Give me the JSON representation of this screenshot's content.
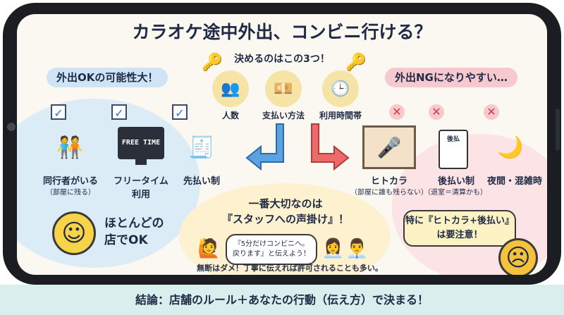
{
  "title": "カラオケ途中外出、コンビニ行ける？",
  "decide": {
    "label": "決めるのはこの3つ！",
    "factors": [
      {
        "label": "人数",
        "icon": "people-icon",
        "glyph": "👥"
      },
      {
        "label": "支払い方法",
        "icon": "money-icon",
        "glyph": "💴"
      },
      {
        "label": "利用時間帯",
        "icon": "clock-icon",
        "glyph": "🕒"
      }
    ]
  },
  "ok": {
    "banner": "外出OKの可能性大！",
    "items": [
      {
        "label": "同行者がいる",
        "sub": "（部屋に残る）",
        "glyph": "🧑‍🤝‍🧑"
      },
      {
        "label": "フリータイム",
        "sub": "利用",
        "screen": "FREE TIME"
      },
      {
        "label": "先払い制",
        "sub": "",
        "glyph": "🧾"
      }
    ],
    "summary_line1": "ほとんどの",
    "summary_line2": "店でOK"
  },
  "ng": {
    "banner": "外出NGになりやすい…",
    "items": [
      {
        "label": "ヒトカラ",
        "sub": "（部屋に誰も残らない）",
        "glyph": "🎤"
      },
      {
        "label": "後払い制",
        "sub": "（退室＝清算かも）",
        "bill": "後払"
      },
      {
        "label": "夜間・混雑時",
        "sub": "",
        "glyph": "🌙"
      }
    ],
    "warning_line1": "特に『ヒトカラ+後払い』",
    "warning_line2": "は要注意！"
  },
  "center": {
    "headline1": "一番大切なのは",
    "headline2": "『スタッフへの声掛け』！",
    "bubble_line1": "『5分だけコンビニへ。",
    "bubble_line2": "戻ります』と伝えよう！",
    "footer": "無断はダメ！丁寧に伝えれば許可されることも多い。"
  },
  "conclusion": "結論：店舗のルール＋あなたの行動（伝え方）で決まる！",
  "colors": {
    "ok_blue": "#cfe5f6",
    "ng_pink": "#f6c9cf",
    "arrow_blue": "#4a90d9",
    "arrow_red": "#e04a4a",
    "accent_yellow": "#f7d34a"
  }
}
